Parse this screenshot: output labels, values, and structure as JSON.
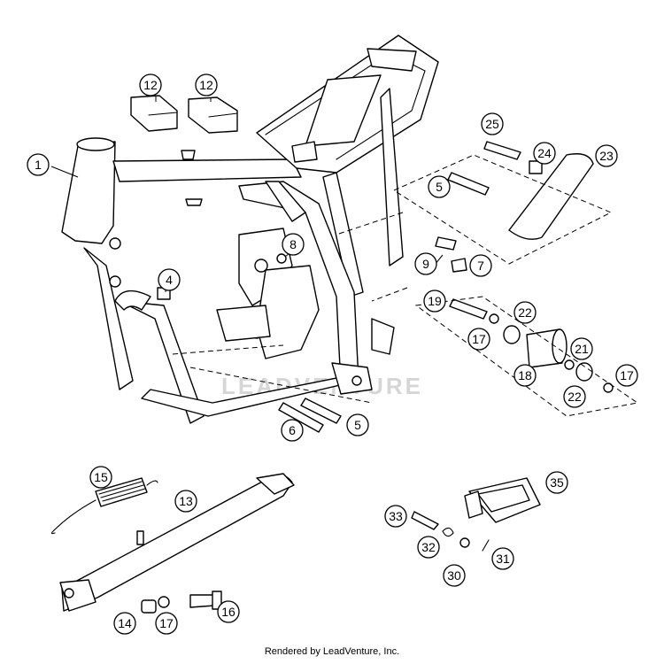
{
  "callouts": [
    {
      "label": "1"
    },
    {
      "label": "4"
    },
    {
      "label": "5"
    },
    {
      "label": "5"
    },
    {
      "label": "6"
    },
    {
      "label": "7"
    },
    {
      "label": "8"
    },
    {
      "label": "9"
    },
    {
      "label": "12"
    },
    {
      "label": "12"
    },
    {
      "label": "13"
    },
    {
      "label": "14"
    },
    {
      "label": "15"
    },
    {
      "label": "16"
    },
    {
      "label": "17"
    },
    {
      "label": "17"
    },
    {
      "label": "17"
    },
    {
      "label": "18"
    },
    {
      "label": "19"
    },
    {
      "label": "21"
    },
    {
      "label": "22"
    },
    {
      "label": "22"
    },
    {
      "label": "23"
    },
    {
      "label": "24"
    },
    {
      "label": "25"
    },
    {
      "label": "30"
    },
    {
      "label": "31"
    },
    {
      "label": "32"
    },
    {
      "label": "33"
    },
    {
      "label": "35"
    }
  ],
  "watermark": "LEADVENTURE",
  "footer": "Rendered by LeadVenture, Inc."
}
